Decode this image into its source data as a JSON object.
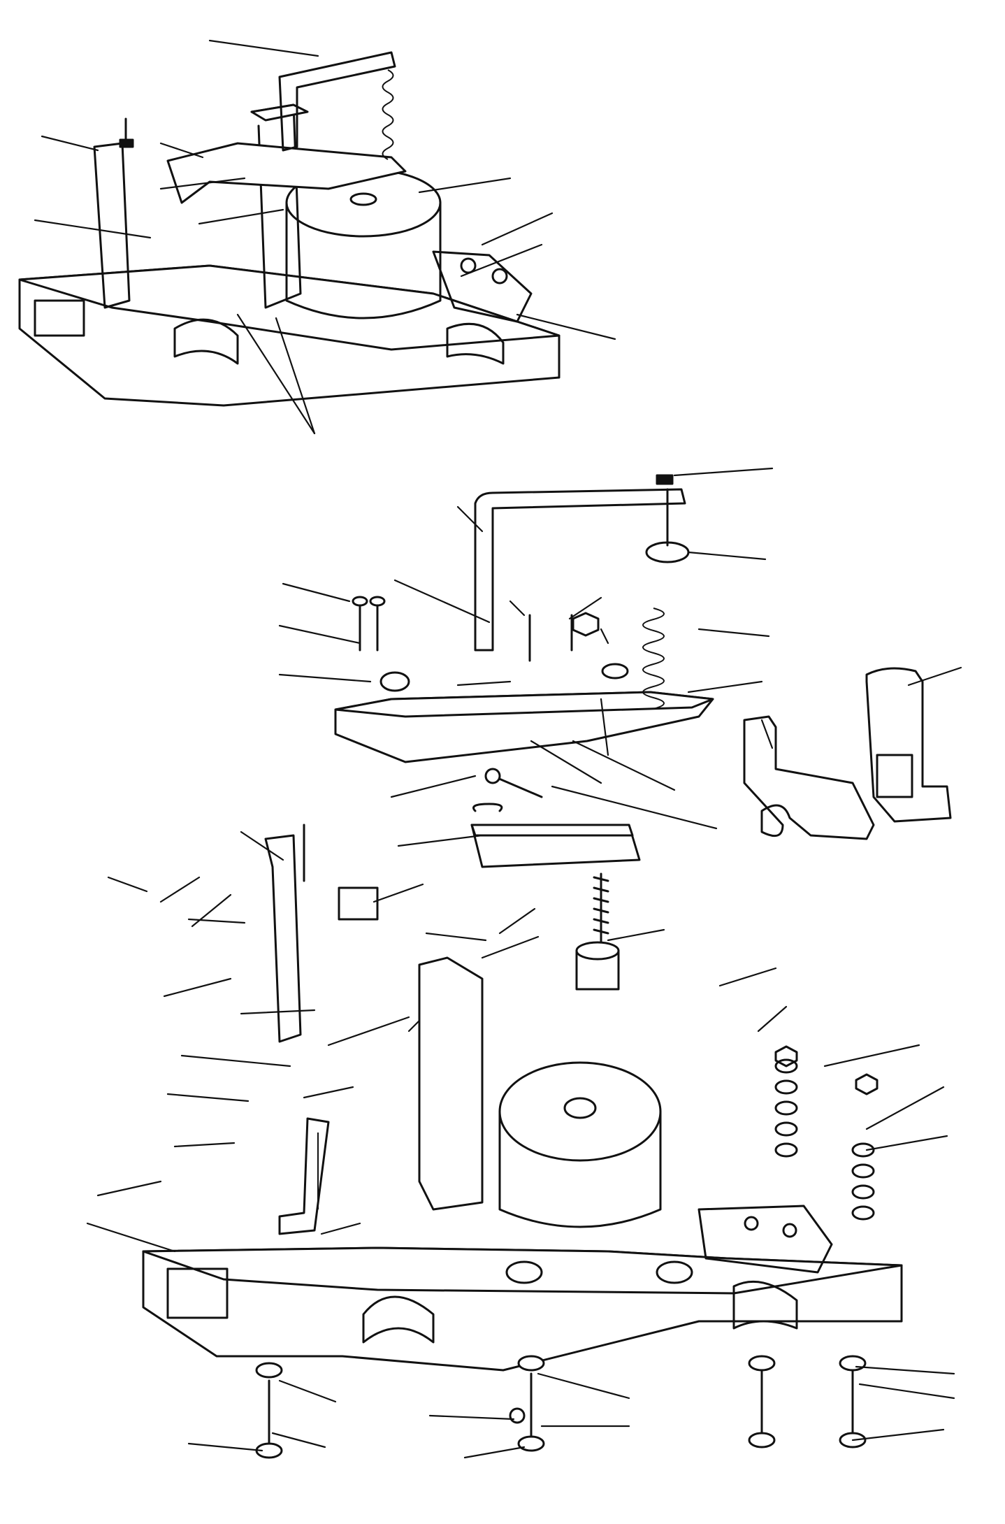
{
  "figure": {
    "background": "#ffffff",
    "ink": "#111111",
    "views": [
      {
        "id": "assembled-relay",
        "description_labels": "none"
      },
      {
        "id": "armature-assembly-exploded",
        "description_labels": "none"
      },
      {
        "id": "section-detail",
        "description_labels": "none"
      },
      {
        "id": "base-and-coil-exploded",
        "description_labels": "none"
      }
    ],
    "callout_count": 72
  }
}
